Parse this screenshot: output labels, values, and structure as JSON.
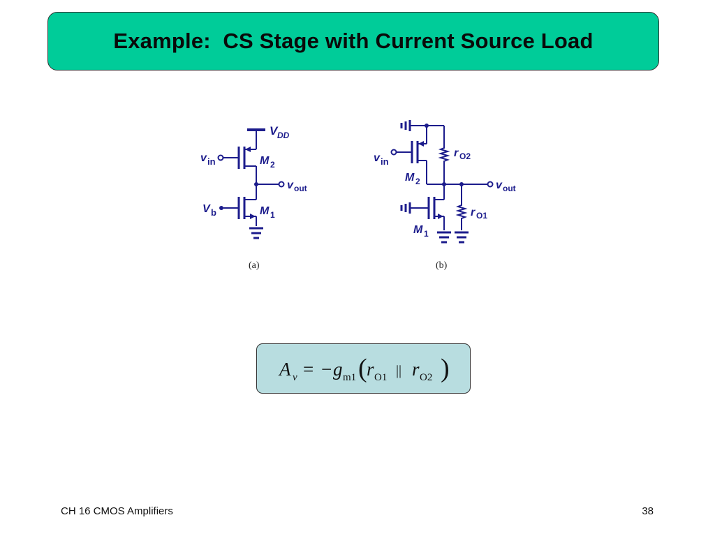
{
  "slide": {
    "title": "Example:  CS Stage with Current Source Load",
    "footer_left": "CH 16 CMOS Amplifiers",
    "page_number": "38"
  },
  "colors": {
    "title_background": "#00cc99",
    "circuit": "#1c1c8c",
    "formula_background": "#b8dde0"
  },
  "circuit_a": {
    "caption": "(a)",
    "vdd_label": "V",
    "vdd_sub": "DD",
    "vin_label": "v",
    "vin_sub": "in",
    "m2_label": "M",
    "m2_sub": "2",
    "vout_label": "v",
    "vout_sub": "out",
    "vb_label": "V",
    "vb_sub": "b",
    "m1_label": "M",
    "m1_sub": "1"
  },
  "circuit_b": {
    "caption": "(b)",
    "vin_label": "v",
    "vin_sub": "in",
    "m2_label": "M",
    "m2_sub": "2",
    "ro2_label": "r",
    "ro2_sub": "O2",
    "vout_label": "v",
    "vout_sub": "out",
    "ro1_label": "r",
    "ro1_sub": "O1",
    "m1_label": "M",
    "m1_sub": "1"
  },
  "formula": {
    "A": "A",
    "A_sub": "v",
    "eq_sign": "=",
    "minus": "−",
    "g": "g",
    "g_sub": "m1",
    "lparen": "(",
    "r1": "r",
    "r1_sub": "O1",
    "parallel": "||",
    "r2": "r",
    "r2_sub": "O2",
    "rparen": ")"
  }
}
